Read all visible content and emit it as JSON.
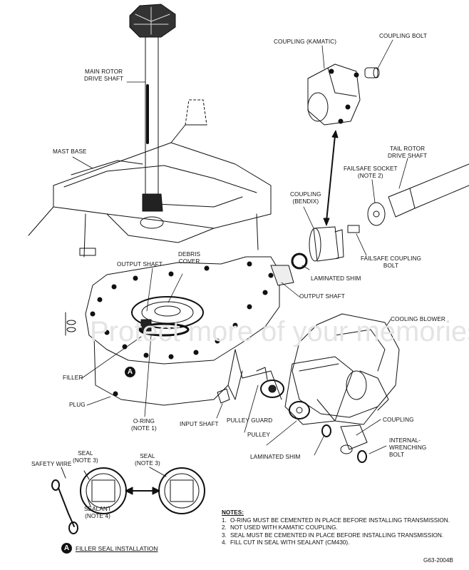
{
  "labels": {
    "main_rotor_drive_shaft": [
      "MAIN ROTOR",
      "DRIVE SHAFT"
    ],
    "coupling_kamatic": [
      "COUPLING (KAMATIC)"
    ],
    "coupling_bolt": [
      "COUPLING BOLT"
    ],
    "mast_base": [
      "MAST BASE"
    ],
    "tail_rotor_drive_shaft": [
      "TAIL ROTOR",
      "DRIVE SHAFT"
    ],
    "failsafe_socket": [
      "FAILSAFE SOCKET",
      "(NOTE 2)"
    ],
    "coupling_bendix": [
      "COUPLING",
      "(BENDIX)"
    ],
    "debris_cover": [
      "DEBRIS",
      "COVER"
    ],
    "output_shaft_top": [
      "OUTPUT SHAFT"
    ],
    "failsafe_coupling_bolt": [
      "FAILSAFE COUPLING",
      "BOLT"
    ],
    "laminated_shim_top": [
      "LAMINATED SHIM"
    ],
    "output_shaft_right": [
      "OUTPUT SHAFT"
    ],
    "cooling_blower": [
      "COOLING BLOWER"
    ],
    "filler": [
      "FILLER"
    ],
    "plug": [
      "PLUG"
    ],
    "o_ring": [
      "O-RING",
      "(NOTE 1)"
    ],
    "input_shaft": [
      "INPUT SHAFT"
    ],
    "pulley_guard": [
      "PULLEY GUARD"
    ],
    "pulley": [
      "PULLEY"
    ],
    "coupling_right": [
      "COUPLING"
    ],
    "laminated_shim_bottom": [
      "LAMINATED SHIM"
    ],
    "internal_wrenching_bolt": [
      "INTERNAL-",
      "WRENCHING",
      "BOLT"
    ],
    "seal_left": [
      "SEAL",
      "(NOTE 3)"
    ],
    "seal_right": [
      "SEAL",
      "(NOTE 3)"
    ],
    "safety_wire": [
      "SAFETY WIRE"
    ],
    "sealant": [
      "SEALANT",
      "(NOTE 4)"
    ]
  },
  "callout_letter": "A",
  "filler_seal_title": "FILLER SEAL INSTALLATION",
  "notes": {
    "title": "NOTES:",
    "items": [
      {
        "num": "1.",
        "text": "O-RING MUST BE CEMENTED IN PLACE BEFORE INSTALLING TRANSMISSION."
      },
      {
        "num": "2.",
        "text": "NOT USED WITH KAMATIC COUPLING."
      },
      {
        "num": "3.",
        "text": "SEAL MUST BE CEMENTED IN PLACE BEFORE INSTALLING TRANSMISSION."
      },
      {
        "num": "4.",
        "text": "FILL CUT IN SEAL WITH SEALANT (CM430)."
      }
    ]
  },
  "figure_id": "G63-2004B",
  "watermark": "Protect more of your memories for less! photobucket"
}
